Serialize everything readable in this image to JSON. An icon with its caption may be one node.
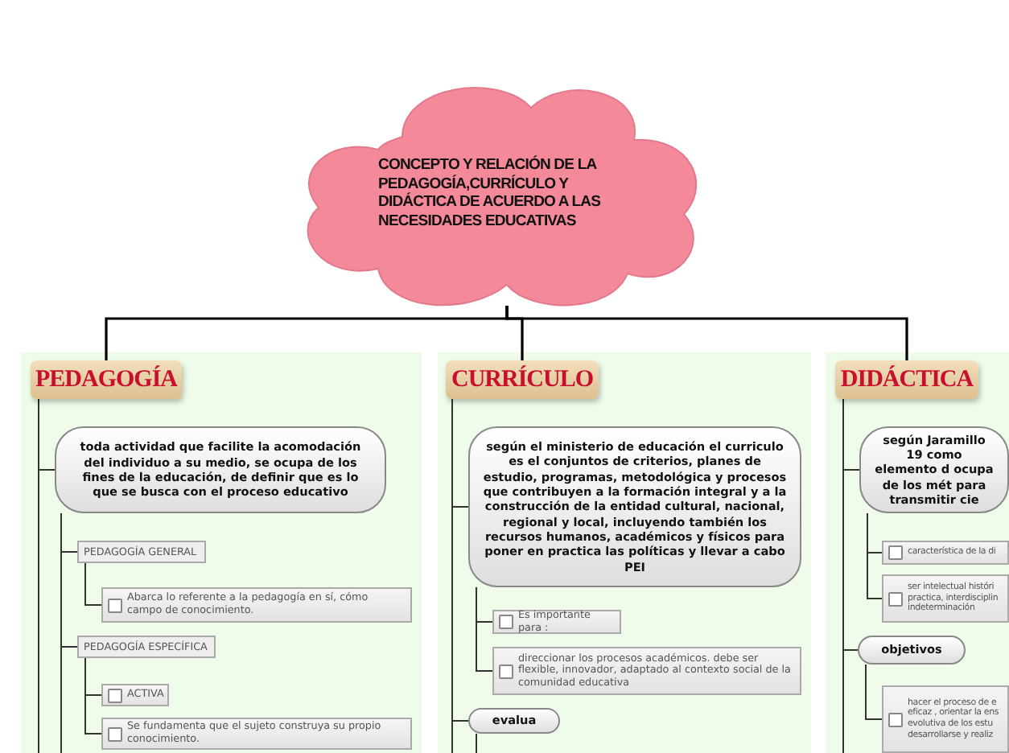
{
  "diagram": {
    "nodes": [
      {
        "text": [
          "CONCEPTO Y RELACIÓN DE LA PEDAGOGÍA,CURRÍCULO Y DIDÁCTICA DE ACUERDO A LAS NECESIDADES EDUCATIVAS"
        ]
      },
      {
        "text": [
          "PEDAGOGÍA"
        ]
      },
      {
        "text": [
          "toda actividad que facilite la acomodación del individuo a su medio, se ocupa de los fines de la educación, de definir que es lo que se busca con el proceso educativo"
        ]
      },
      {
        "text": [
          "PEDAGOGÍA GENERAL"
        ]
      },
      {
        "text": [
          "Abarca lo referente a la pedagogía en sí, cómo campo de conocimiento."
        ]
      },
      {
        "text": [
          "PEDAGOGÍA ESPECÍFICA"
        ]
      },
      {
        "text": [
          "ACTIVA"
        ]
      },
      {
        "text": [
          "Se fundamenta que el sujeto construya su propio conocimiento."
        ]
      },
      {
        "text": [
          "CURRÍCULO"
        ]
      },
      {
        "text": [
          "según el ministerio de educación el curriculo es el conjuntos de criterios, planes de estudio, programas, metodológica y procesos  que contribuyen a la formación integral y a la construcción de la entidad cultural, nacional, regional y local, incluyendo también los recursos humanos, académicos y físicos para poner en practica las políticas y llevar a cabo PEI"
        ]
      },
      {
        "text": [
          "Es importante para :"
        ]
      },
      {
        "text": [
          "direccionar los procesos académicos. debe ser flexible, innovador, adaptado al contexto social de la comunidad educativa"
        ]
      },
      {
        "text": [
          "evalua"
        ]
      },
      {
        "text": [
          "DIDÁCTICA"
        ]
      },
      {
        "text": [
          "según Jaramillo 19 como elemento d ocupa de los mét para transmitir cie"
        ]
      },
      {
        "text": [
          "característica de la di"
        ]
      },
      {
        "text": [
          "ser intelectual históri practica, interdisciplin indeterminación"
        ]
      },
      {
        "text": [
          "objetivos"
        ]
      },
      {
        "text": [
          "hacer el proceso de e eficaz , orientar la ens evolutiva de los estu desarrollarse y realiz"
        ]
      }
    ],
    "edges": [
      {
        "from": 0,
        "to": 1,
        "arrow": "none"
      },
      {
        "from": 0,
        "to": 8,
        "arrow": "none"
      },
      {
        "from": 0,
        "to": 13,
        "arrow": "none"
      },
      {
        "from": 1,
        "to": 2,
        "arrow": "none"
      },
      {
        "from": 2,
        "to": 3,
        "arrow": "none"
      },
      {
        "from": 3,
        "to": 4,
        "arrow": "none"
      },
      {
        "from": 2,
        "to": 5,
        "arrow": "none"
      },
      {
        "from": 5,
        "to": 6,
        "arrow": "none"
      },
      {
        "from": 5,
        "to": 7,
        "arrow": "none"
      },
      {
        "from": 1,
        "to": null,
        "arrow": "none"
      },
      {
        "from": 2,
        "to": null,
        "arrow": "none"
      },
      {
        "from": 8,
        "to": 9,
        "arrow": "none"
      },
      {
        "from": 9,
        "to": 10,
        "arrow": "none"
      },
      {
        "from": 9,
        "to": 11,
        "arrow": "none"
      },
      {
        "from": 8,
        "to": 12,
        "arrow": "none"
      },
      {
        "from": 8,
        "to": null,
        "arrow": "none"
      },
      {
        "from": 12,
        "to": null,
        "arrow": "none"
      },
      {
        "from": 13,
        "to": 14,
        "arrow": "none"
      },
      {
        "from": 14,
        "to": 15,
        "arrow": "none"
      },
      {
        "from": 14,
        "to": 16,
        "arrow": "none"
      },
      {
        "from": 13,
        "to": 17,
        "arrow": "none"
      },
      {
        "from": 17,
        "to": 18,
        "arrow": "none"
      },
      {
        "from": 13,
        "to": null,
        "arrow": "none"
      }
    ]
  }
}
